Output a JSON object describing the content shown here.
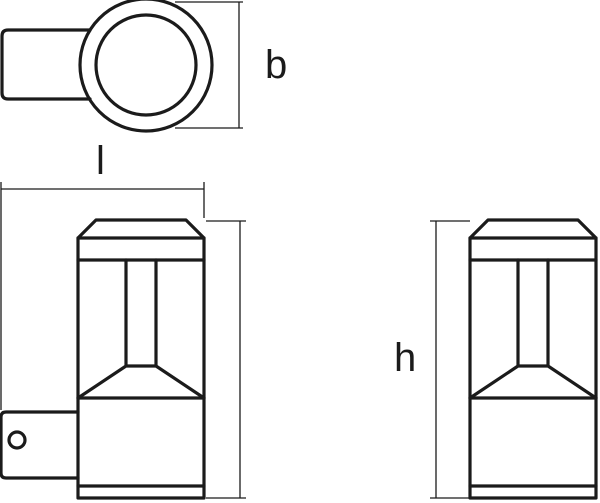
{
  "dimensions": {
    "b": {
      "label": "b"
    },
    "l": {
      "label": "l"
    },
    "h": {
      "label": "h"
    }
  },
  "colors": {
    "line": "#1b1b1b",
    "background": "#ffffff"
  }
}
